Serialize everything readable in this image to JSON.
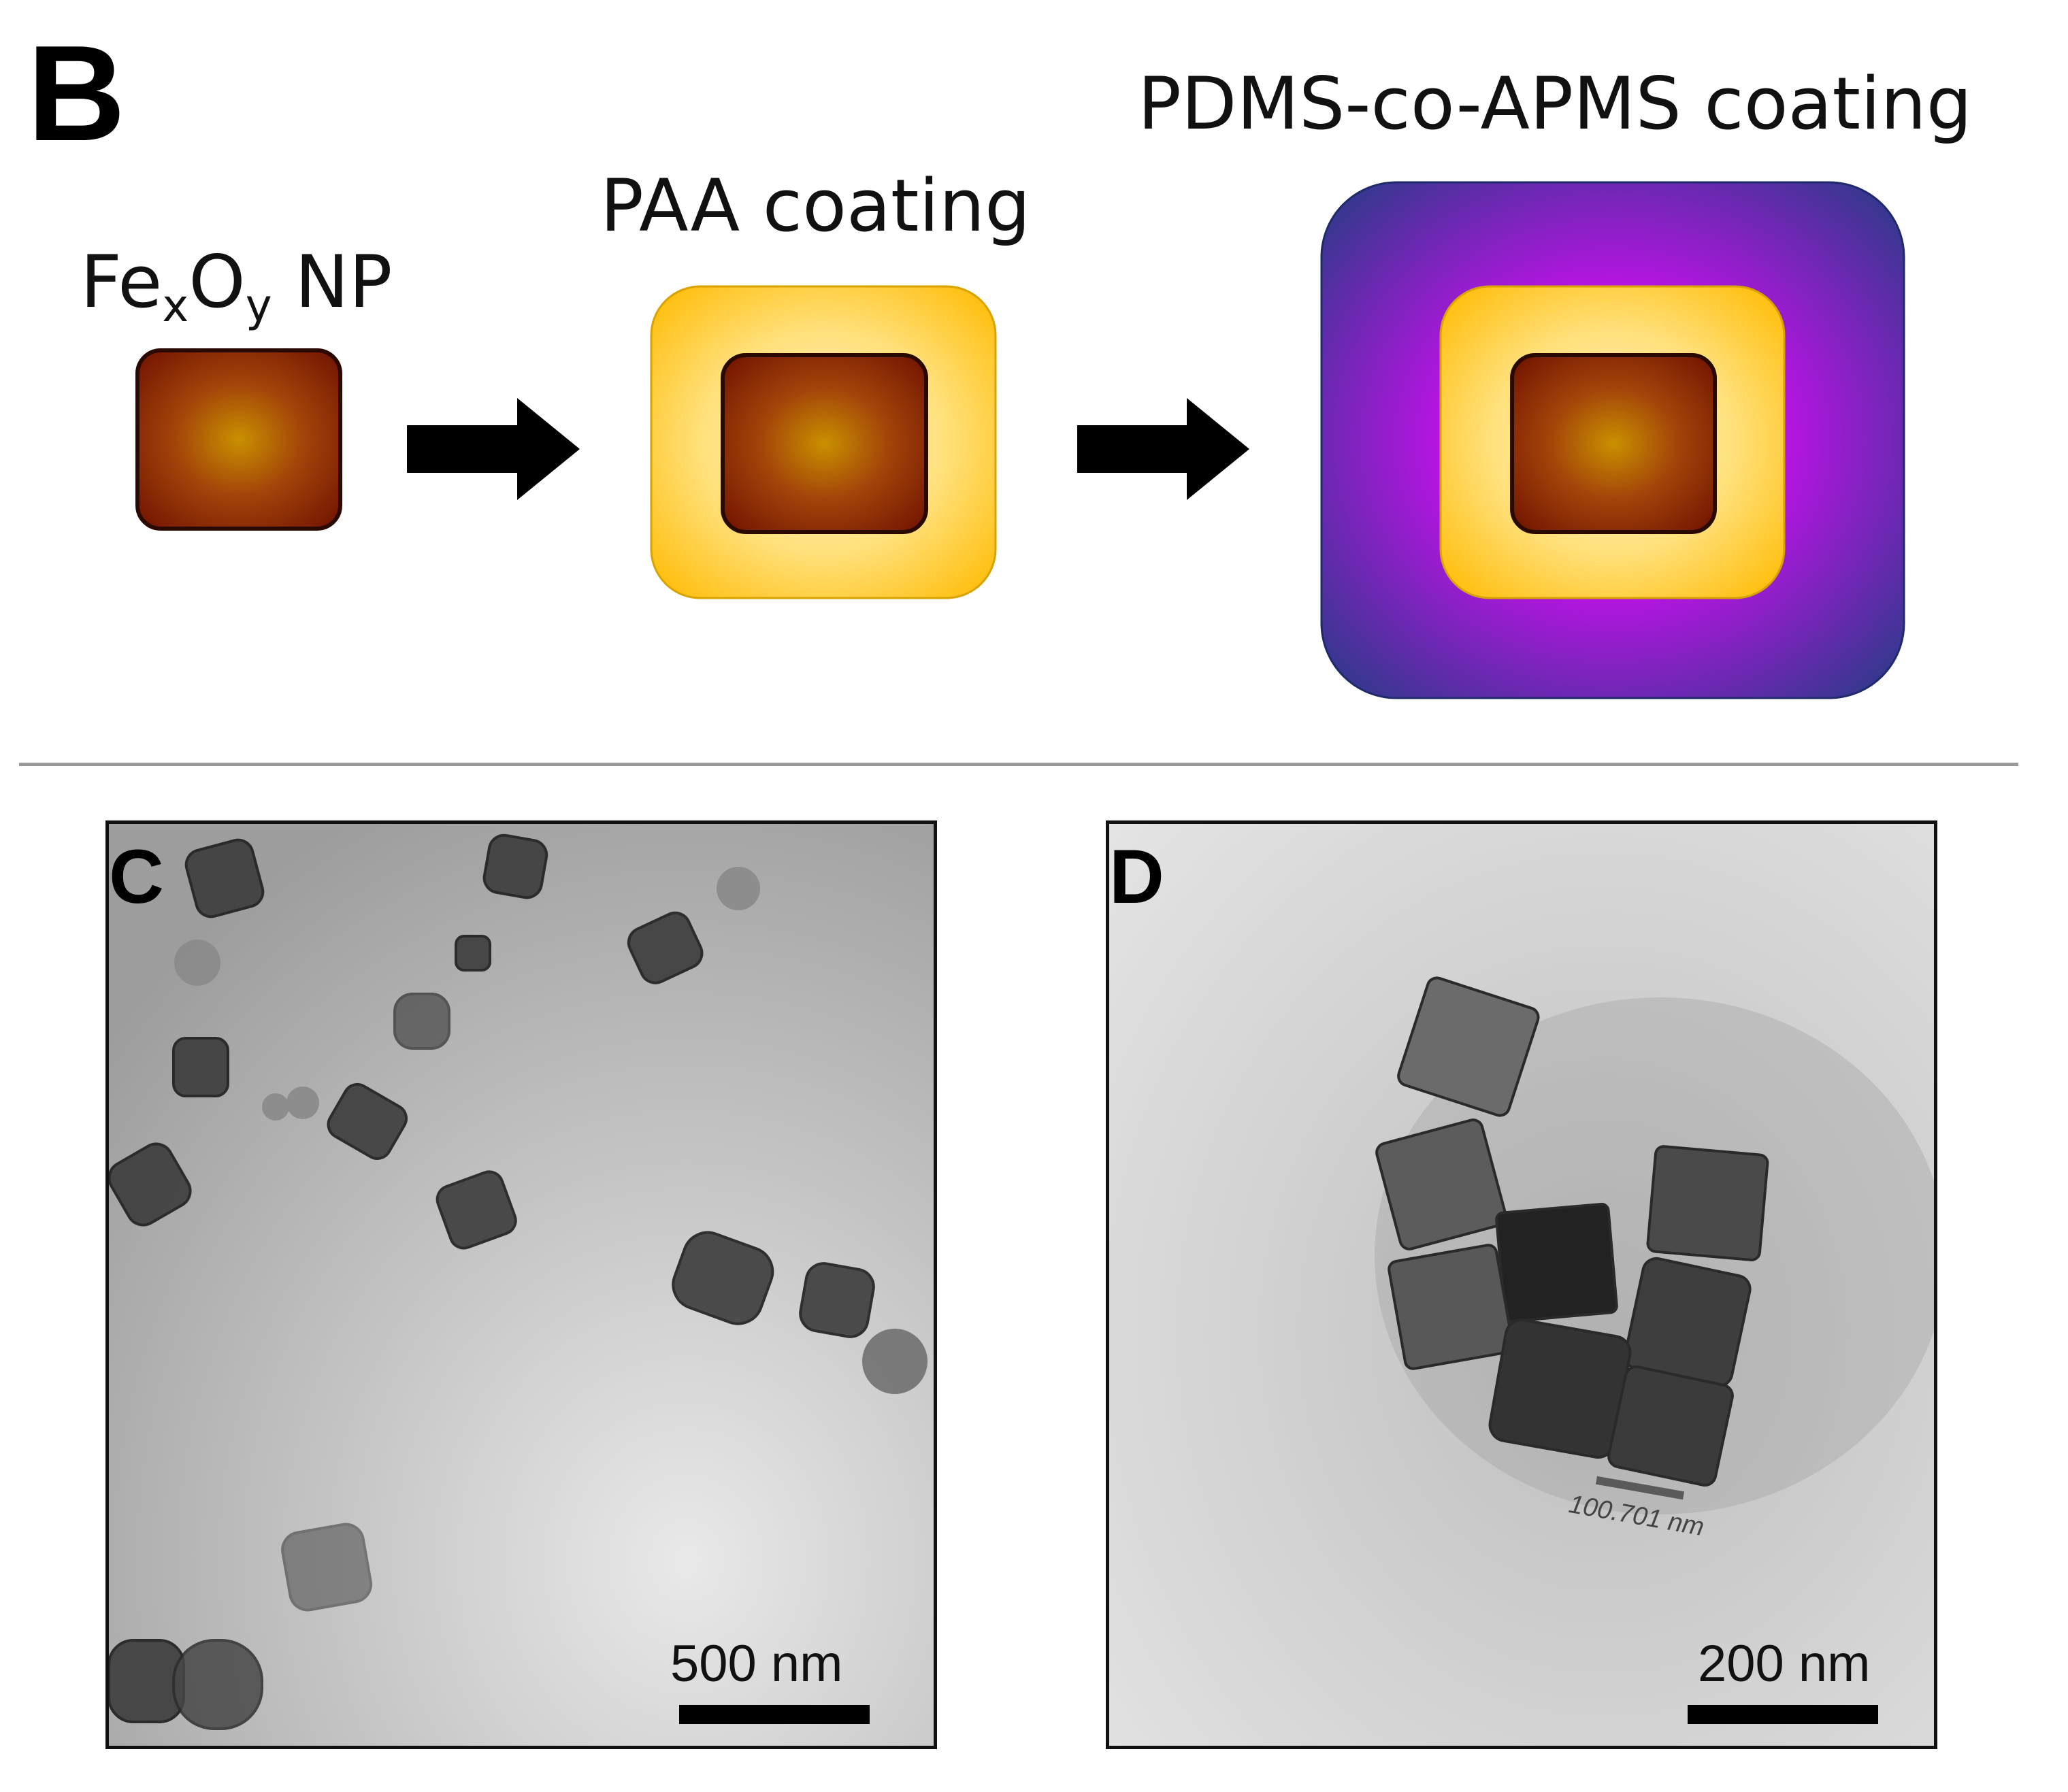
{
  "panels": {
    "b": {
      "letter": "B"
    },
    "c": {
      "letter": "C"
    },
    "d": {
      "letter": "D"
    }
  },
  "scheme": {
    "core_label_main": "Fe",
    "core_label_sub_x": "x",
    "core_label_o": "O",
    "core_label_sub_y": "y",
    "core_label_tail": " NP",
    "paa_label": "PAA coating",
    "pdms_label": "PDMS-co-APMS coating"
  },
  "tem": {
    "c_scale": "500 nm",
    "d_scale": "200 nm",
    "d_measure": "100.701 nm"
  },
  "colors": {
    "core": "#8b1a00",
    "core_center": "#c58a00",
    "paa": "#ffc61a",
    "pdms_outer": "#2f3f8f",
    "pdms_inner": "#c21ee8"
  }
}
